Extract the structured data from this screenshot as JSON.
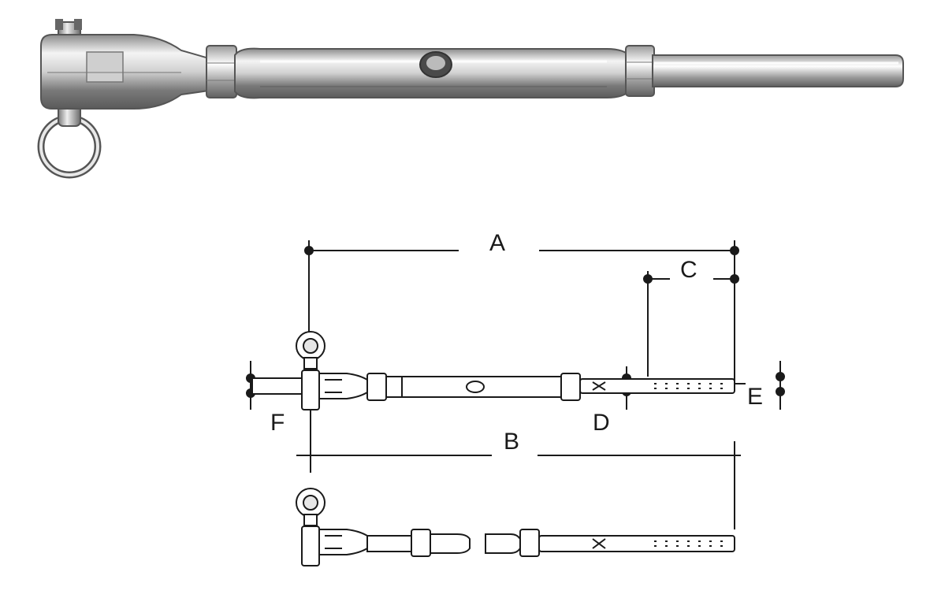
{
  "figure": {
    "product": "turnbuckle-fork-swage-terminal",
    "photo_view": "photo-illustration",
    "drawing_view": "dimension-diagram"
  },
  "dimensions": {
    "a": "A",
    "b": "B",
    "c": "C",
    "d": "D",
    "e": "E",
    "f": "F"
  },
  "colors": {
    "line": "#1a1a1a",
    "steel_light": "#f2f2f2",
    "steel_mid": "#bdbdbd",
    "steel_dark": "#6e6e6e"
  }
}
